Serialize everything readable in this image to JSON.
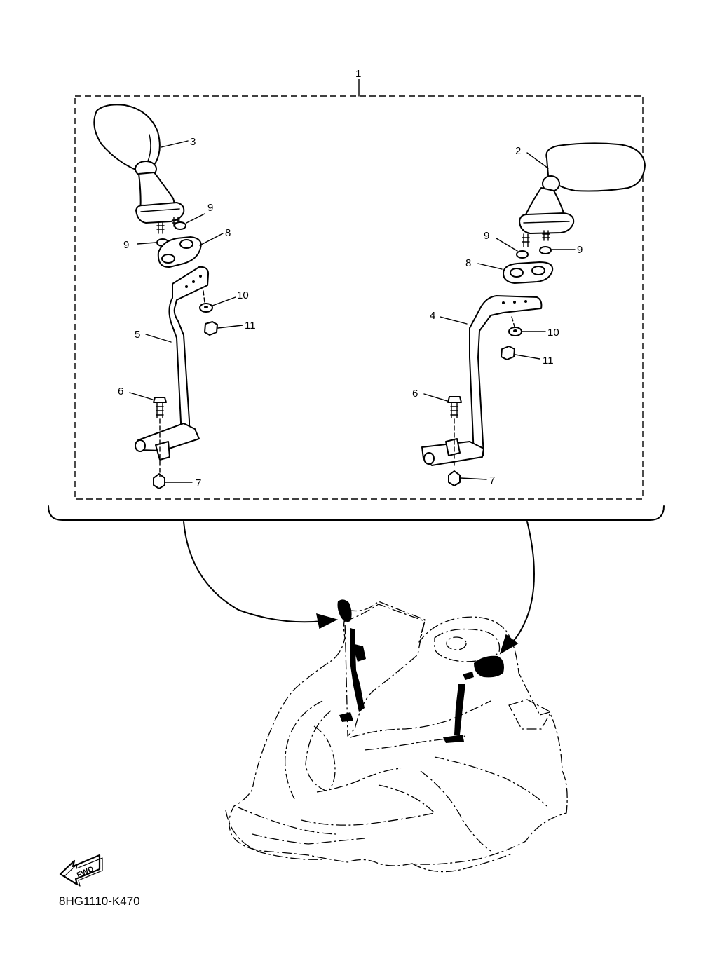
{
  "callouts": {
    "c1": "1",
    "c2": "2",
    "c3": "3",
    "c4": "4",
    "c5": "5",
    "c6_left": "6",
    "c6_right": "6",
    "c7_left": "7",
    "c7_right": "7",
    "c8_left": "8",
    "c8_right": "8",
    "c9_left_a": "9",
    "c9_left_b": "9",
    "c9_right_a": "9",
    "c9_right_b": "9",
    "c10_left": "10",
    "c10_right": "10",
    "c11_left": "11",
    "c11_right": "11"
  },
  "fwd_label": "FWD",
  "drawing_code": "8HG1110-K470"
}
